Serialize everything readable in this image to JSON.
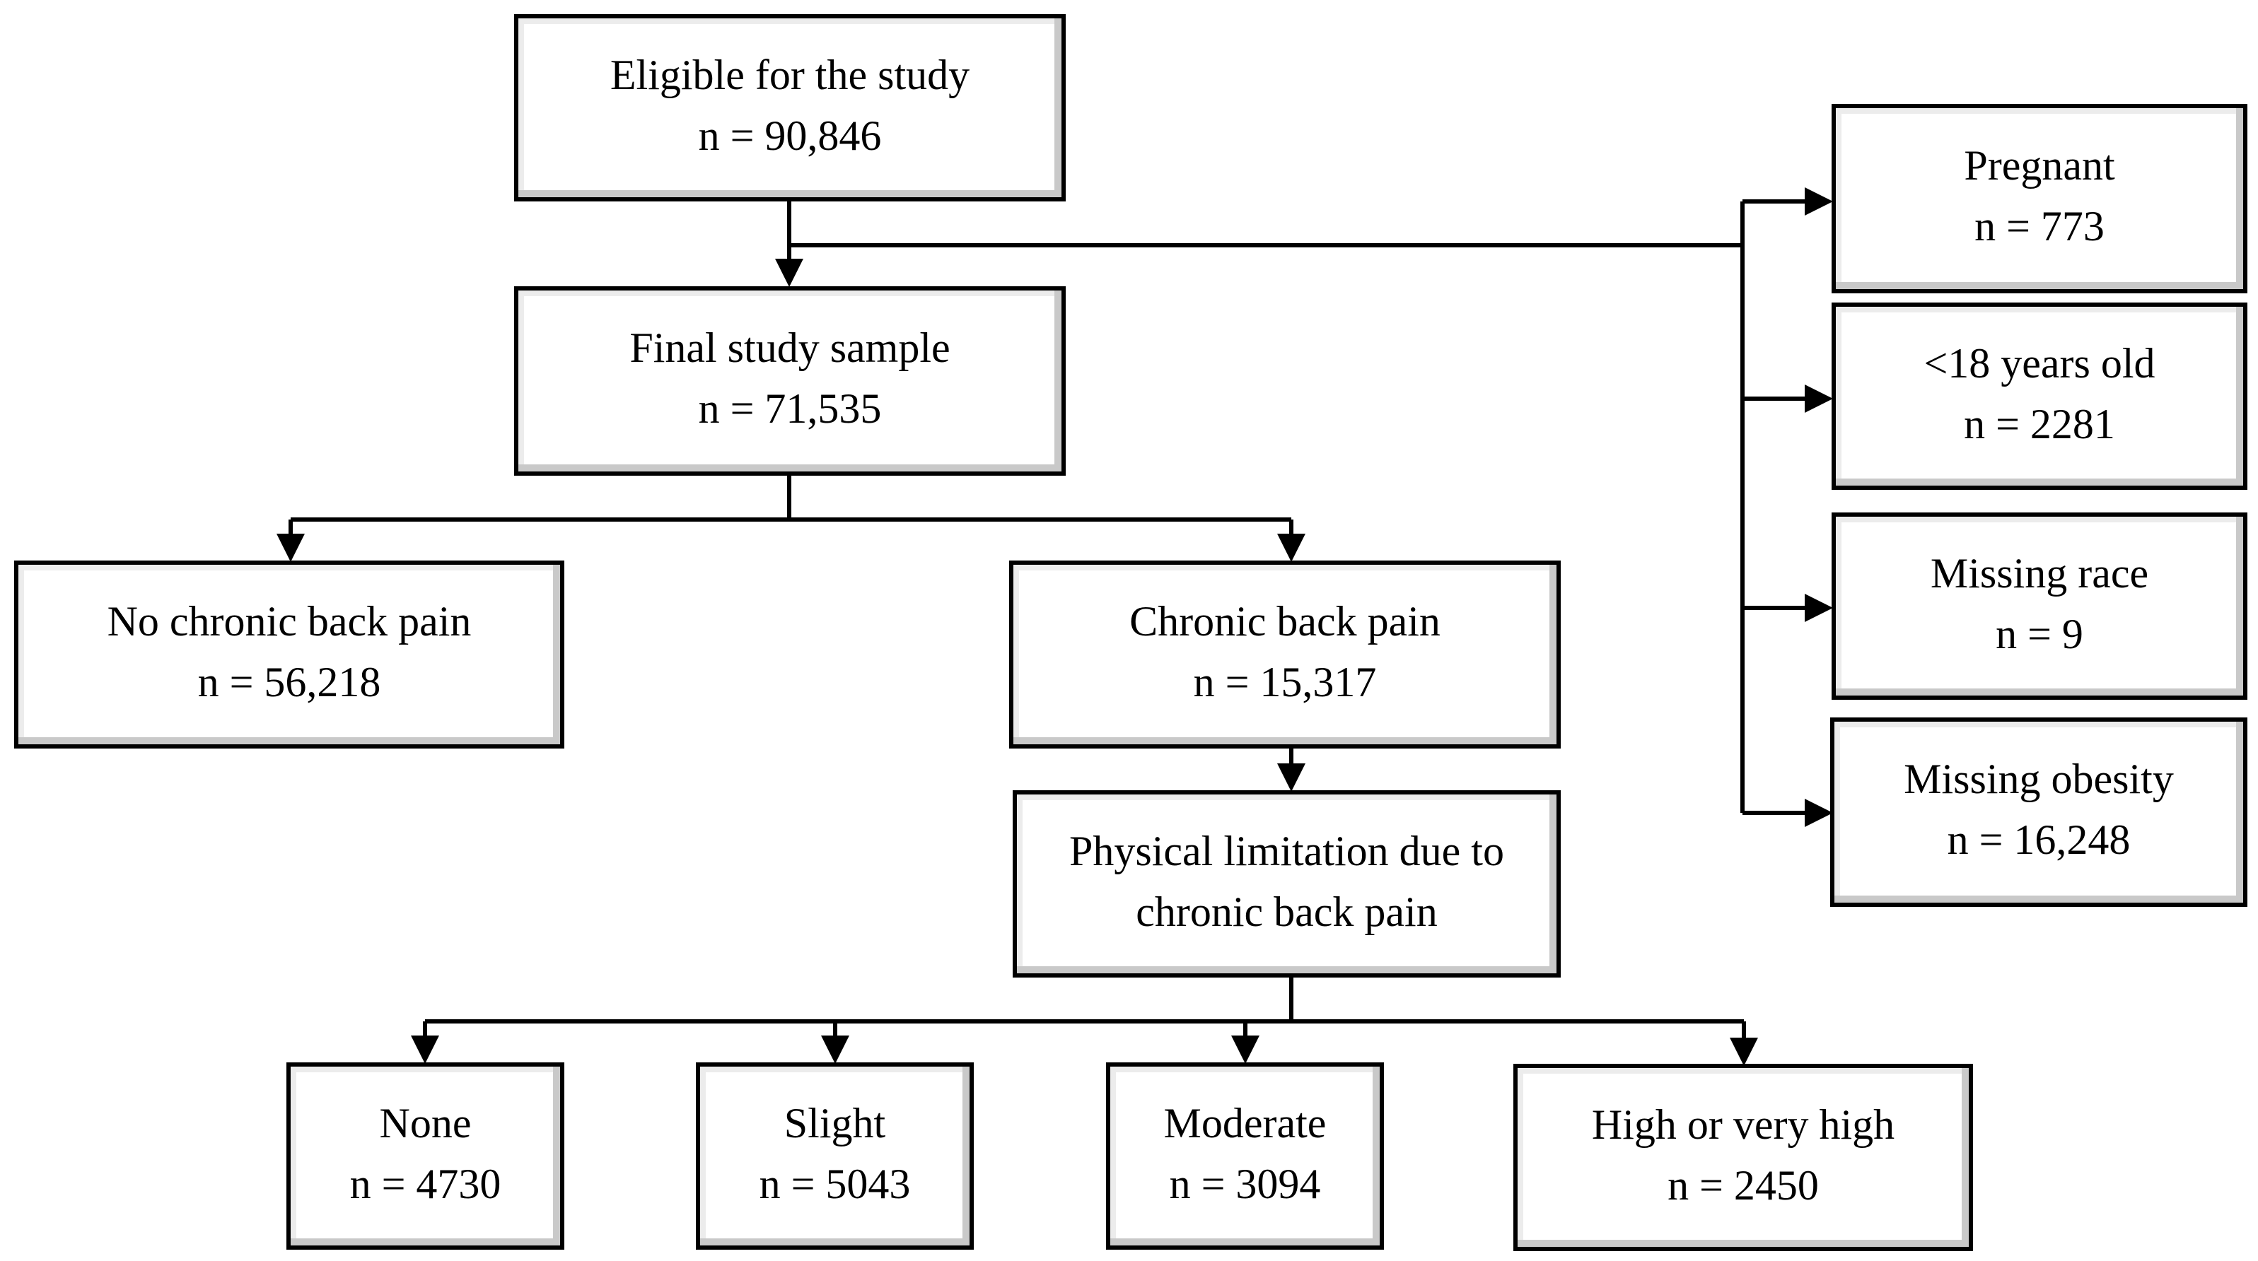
{
  "boxes": {
    "eligible": {
      "label": "Eligible for the study",
      "count": "n = 90,846"
    },
    "final_sample": {
      "label": "Final study sample",
      "count": "n = 71,535"
    },
    "no_chronic": {
      "label": "No chronic back pain",
      "count": "n = 56,218"
    },
    "chronic": {
      "label": "Chronic back pain",
      "count": "n = 15,317"
    },
    "limitation": {
      "line1": "Physical limitation due to",
      "line2": "chronic back pain"
    },
    "none": {
      "label": "None",
      "count": "n = 4730"
    },
    "slight": {
      "label": "Slight",
      "count": "n = 5043"
    },
    "moderate": {
      "label": "Moderate",
      "count": "n = 3094"
    },
    "high": {
      "label": "High or very high",
      "count": "n = 2450"
    }
  },
  "exclusions": [
    {
      "label": "Pregnant",
      "count": "n = 773"
    },
    {
      "label": "<18 years old",
      "count": "n = 2281"
    },
    {
      "label": "Missing race",
      "count": "n = 9"
    },
    {
      "label": "Missing obesity",
      "count": "n = 16,248"
    }
  ]
}
